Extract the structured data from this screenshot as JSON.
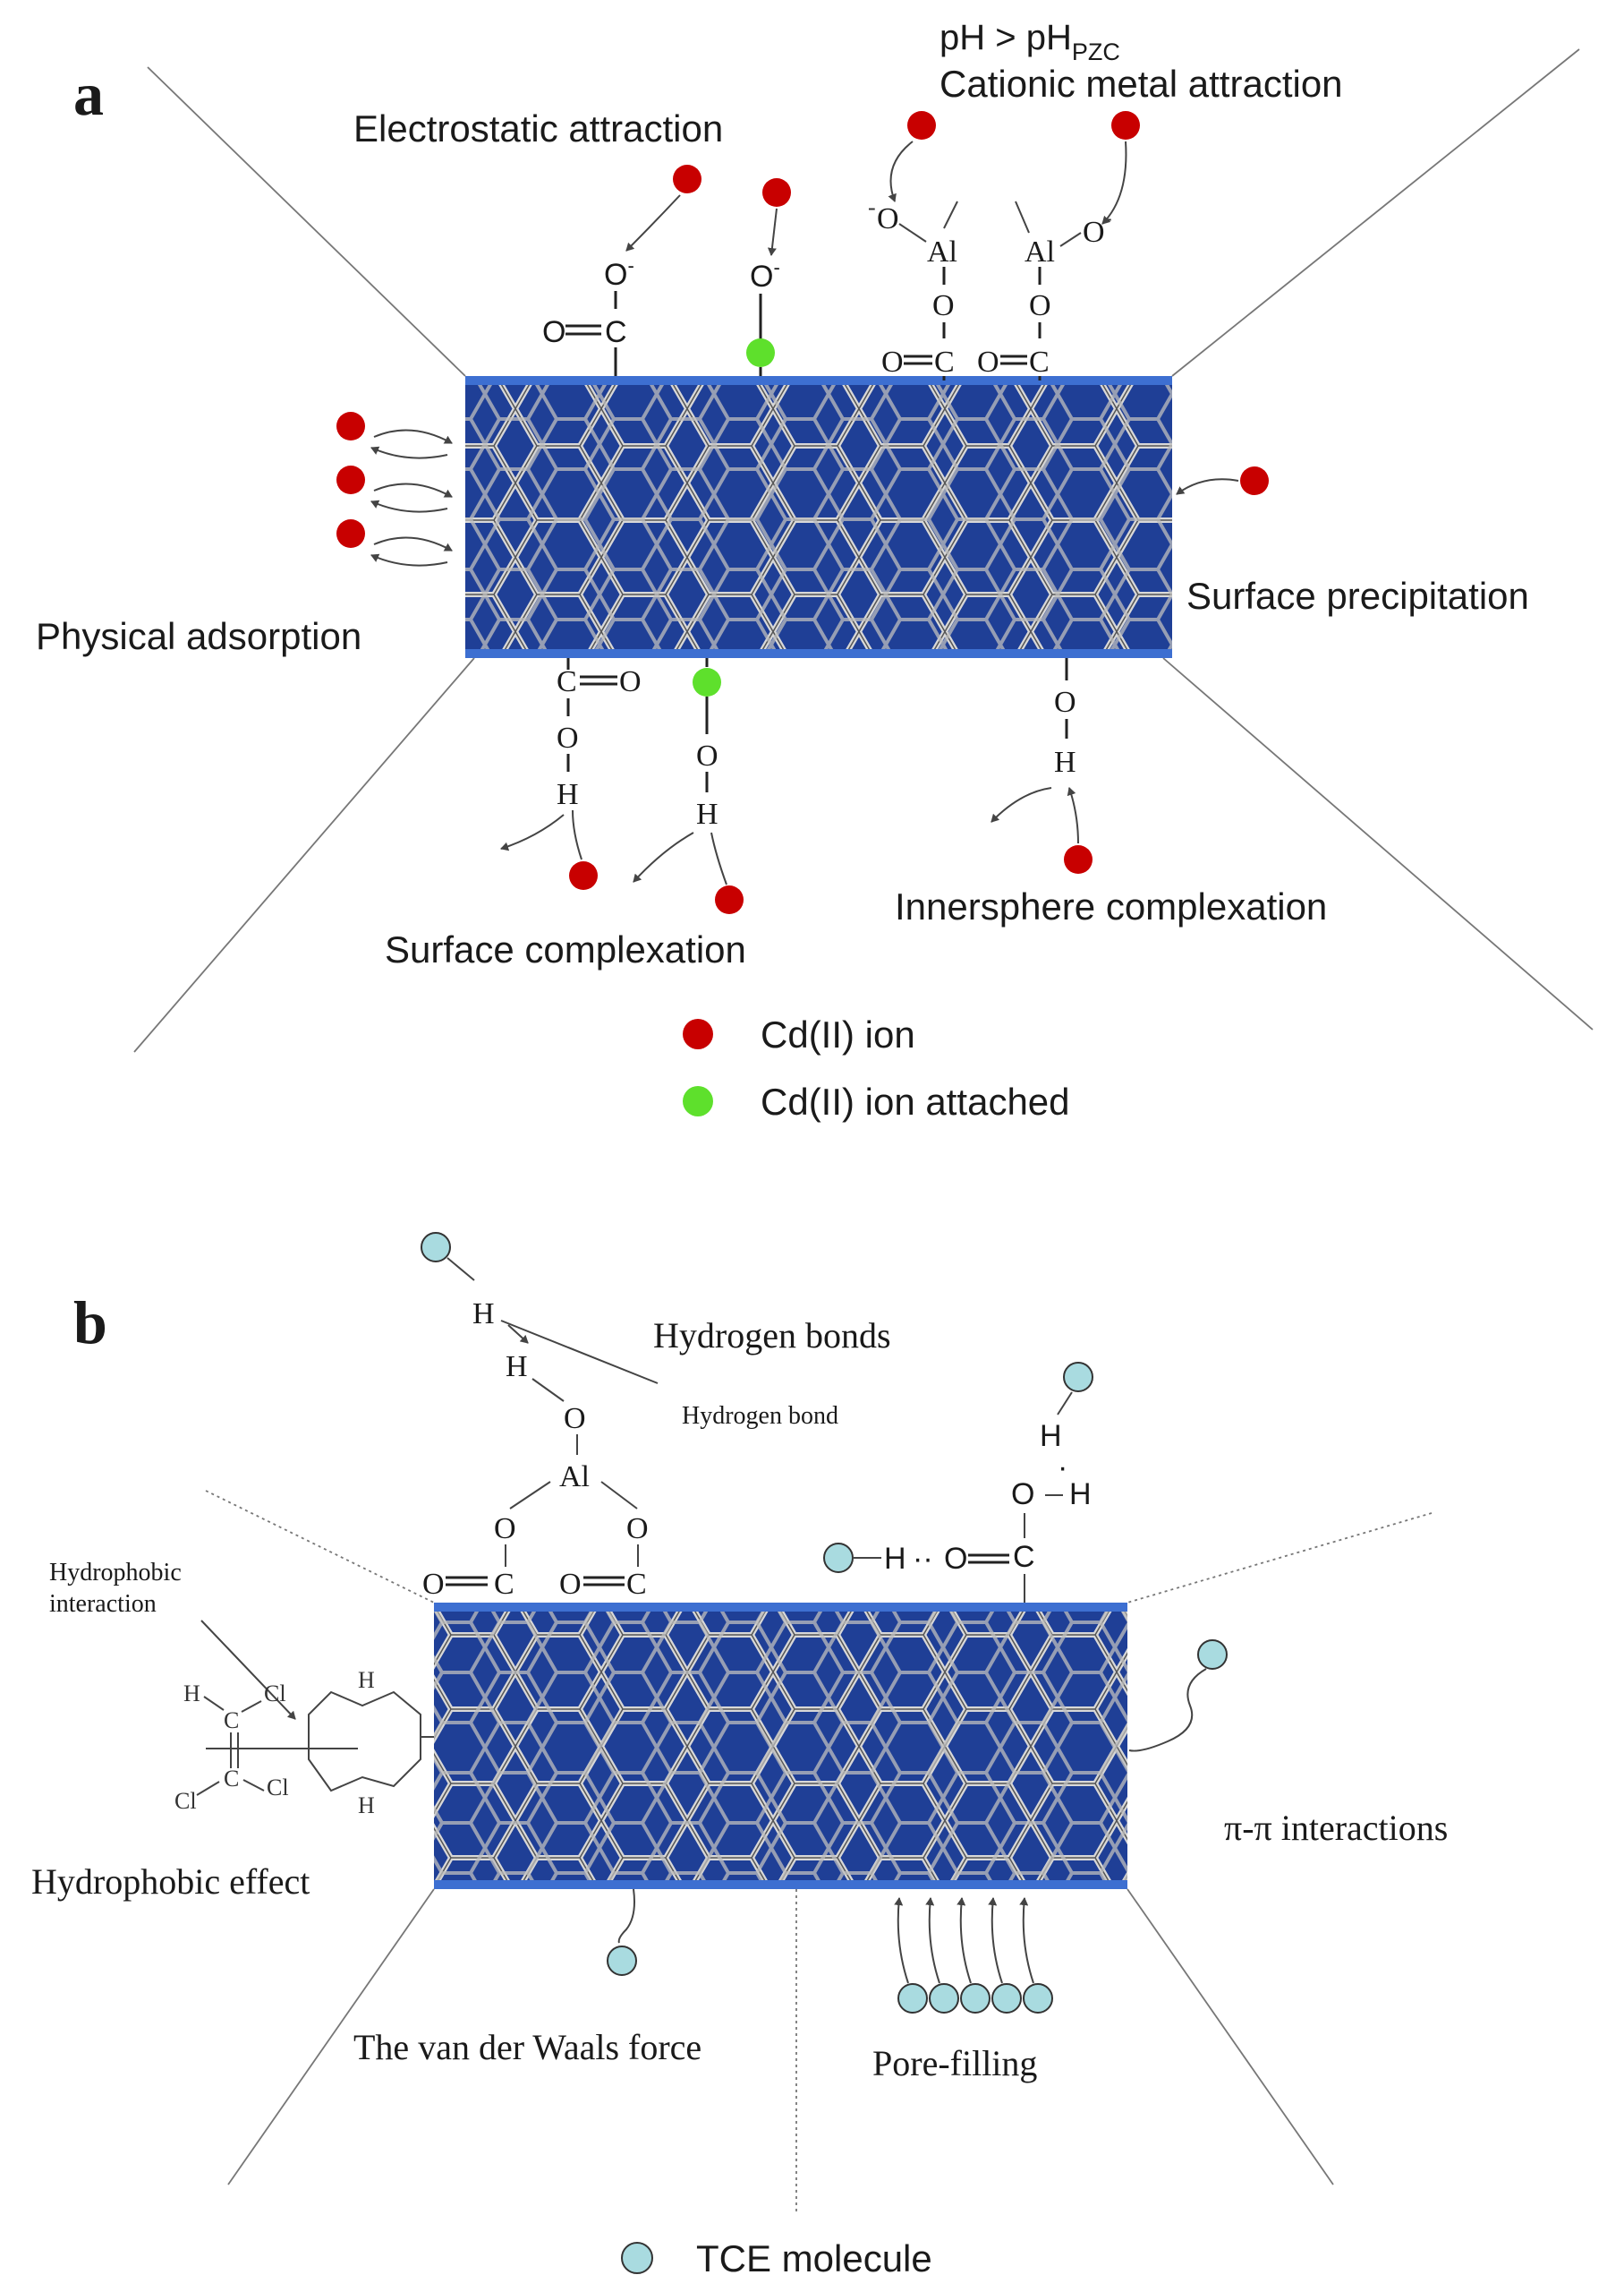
{
  "panel_a": {
    "letter": "a",
    "labels": {
      "ph_condition": "pH > pH",
      "ph_subscript": "PZC",
      "cationic": "Cationic metal attraction",
      "electrostatic": "Electrostatic attraction",
      "physical": "Physical adsorption",
      "precipitation": "Surface precipitation",
      "surface_complexation": "Surface complexation",
      "innersphere": "Innersphere complexation"
    },
    "legend": [
      {
        "label": "Cd(II) ion",
        "color": "#c80000"
      },
      {
        "label": "Cd(II) ion attached",
        "color": "#5ee02c"
      }
    ]
  },
  "panel_b": {
    "letter": "b",
    "labels": {
      "hydrogen_bonds": "Hydrogen bonds",
      "hydrogen_bond": "Hydrogen bond",
      "hydrophobic_interaction_1": "Hydrophobic",
      "hydrophobic_interaction_2": "interaction",
      "hydrophobic_effect": "Hydrophobic effect",
      "pi_pi": "π-π interactions",
      "van_der_waals": "The van der Waals force",
      "pore_filling": "Pore-filling"
    },
    "legend": [
      {
        "label": "TCE molecule",
        "color": "#a9dbe0"
      }
    ]
  },
  "colors": {
    "tube": "#1f3f96",
    "tube_edge": "#3d6fd1",
    "cd_ion": "#c80000",
    "cd_attached": "#5ee02c",
    "tce": "#a9dbe0"
  }
}
